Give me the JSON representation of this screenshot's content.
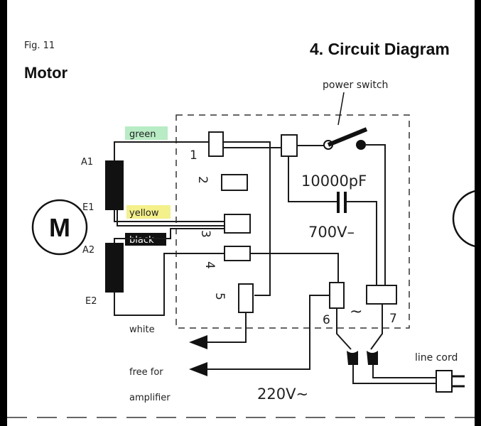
{
  "header": {
    "fig_label": "Fig. 11",
    "motor_heading": "Motor",
    "section_title": "4. Circuit Diagram"
  },
  "motor": {
    "symbol": "M",
    "winding_labels": [
      "A1",
      "E1",
      "A2",
      "E2"
    ]
  },
  "wires": {
    "green": "green",
    "yellow": "yellow",
    "black": "black",
    "white": "white"
  },
  "terminals": [
    "1",
    "2",
    "3",
    "4",
    "5",
    "6",
    "7"
  ],
  "components": {
    "power_switch": "power switch",
    "capacitor_value": "10000pF",
    "capacitor_voltage": "700V–",
    "ac_symbol": "~",
    "line_cord": "line cord",
    "mains": "220V~"
  },
  "outputs": {
    "free_for": "free for",
    "amplifier": "amplifier"
  },
  "colors": {
    "green_highlight": "#b8ecc4",
    "yellow_highlight": "#f4f08a",
    "black_label_bg": "#111111"
  }
}
